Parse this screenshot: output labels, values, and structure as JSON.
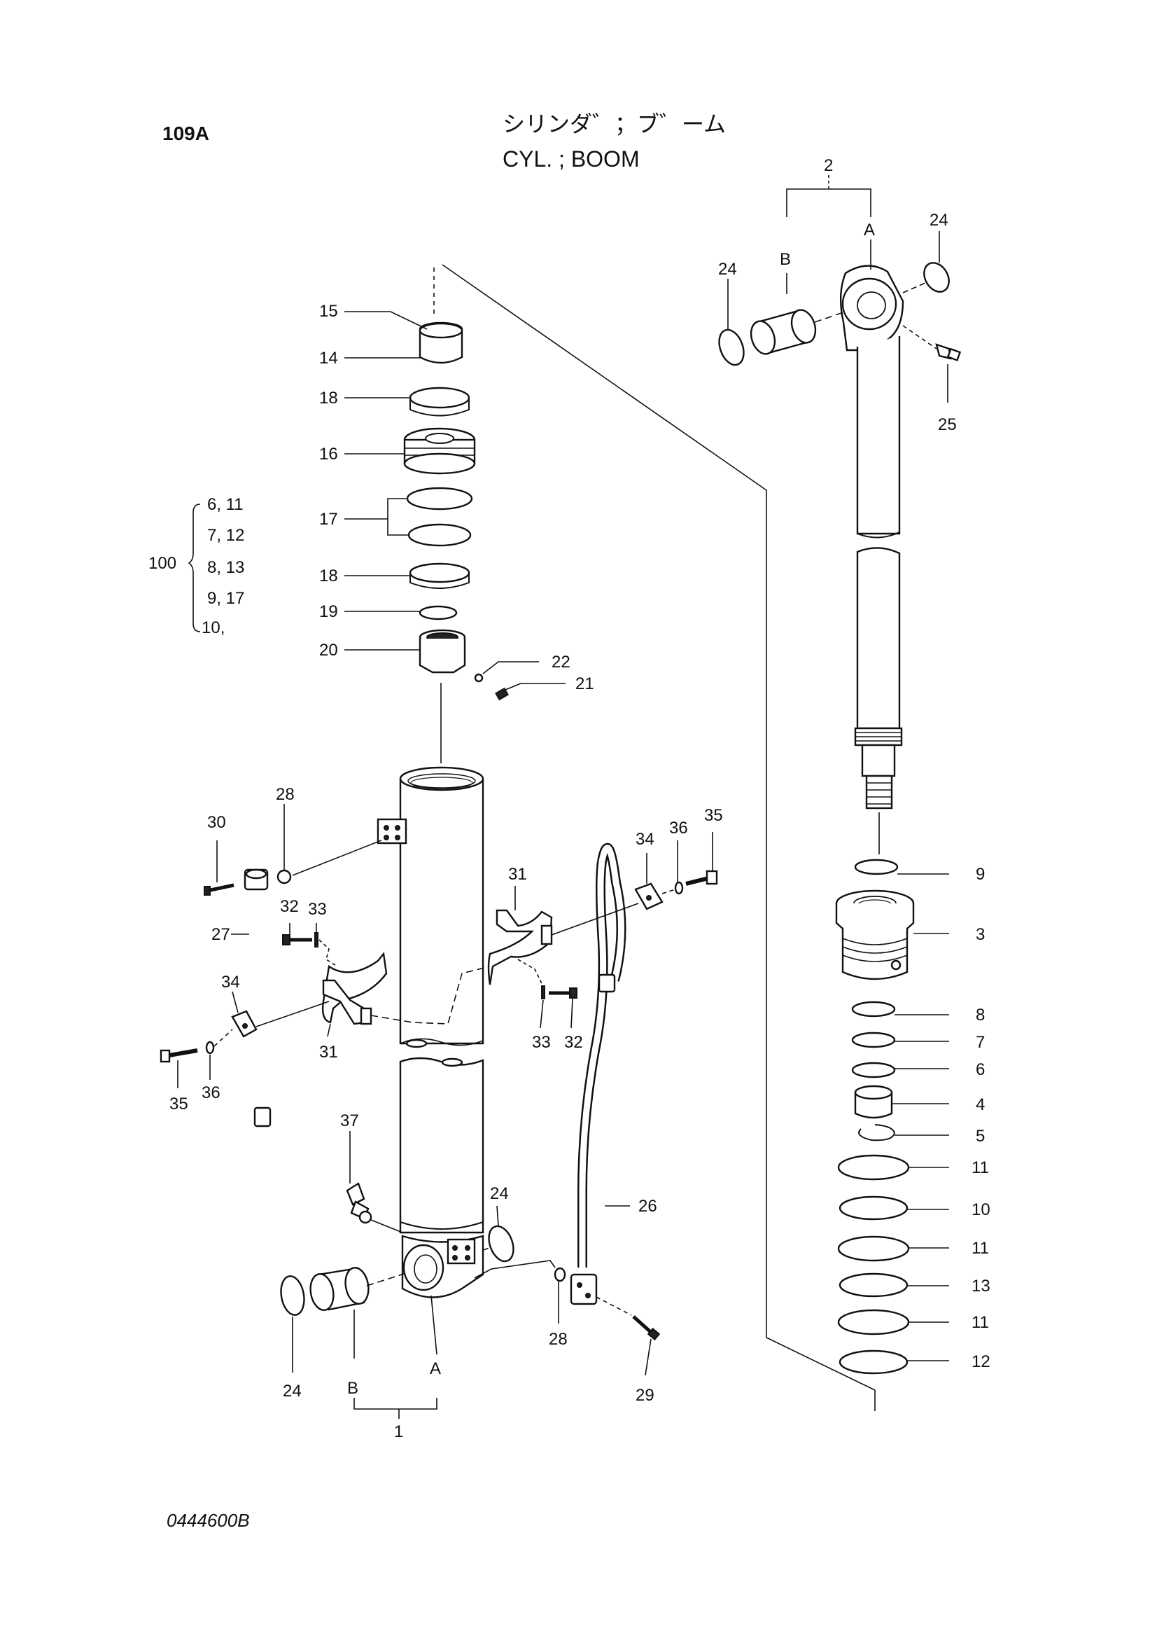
{
  "header": {
    "page_code": "109A",
    "title_jp": "シリンダ゛；ブ゛ーム",
    "title_en": "CYL. ; BOOM"
  },
  "footer": {
    "drawing_no": "0444600B"
  },
  "group_100": {
    "label": "100",
    "rows": [
      "6,   11",
      "7,   12",
      "8,   13",
      "9,   17",
      "10,"
    ]
  },
  "callouts": {
    "c15": "15",
    "c14": "14",
    "c18a": "18",
    "c16": "16",
    "c17": "17",
    "c18b": "18",
    "c19": "19",
    "c20": "20",
    "c22": "22",
    "c21": "21",
    "c2": "2",
    "cA_top": "A",
    "cB_top": "B",
    "c24_tl": "24",
    "c24_tr": "24",
    "c25": "25",
    "c9": "9",
    "c3": "3",
    "c8": "8",
    "c7": "7",
    "c6": "6",
    "c4": "4",
    "c5": "5",
    "c11a": "11",
    "c10": "10",
    "c11b": "11",
    "c13": "13",
    "c11c": "11",
    "c12": "12",
    "c28_top": "28",
    "c30": "30",
    "c32_l": "32",
    "c33_l": "33",
    "c27": "27",
    "c34_l": "34",
    "c31_l": "31",
    "c35_l": "35",
    "c36_l": "36",
    "c31_r": "31",
    "c34_r": "34",
    "c36_r": "36",
    "c35_r": "35",
    "c33_r": "33",
    "c32_r": "32",
    "c37": "37",
    "c24_m": "24",
    "c26": "26",
    "c28_b": "28",
    "c29": "29",
    "c24_bl": "24",
    "cB_bot": "B",
    "cA_bot": "A",
    "c1": "1"
  }
}
